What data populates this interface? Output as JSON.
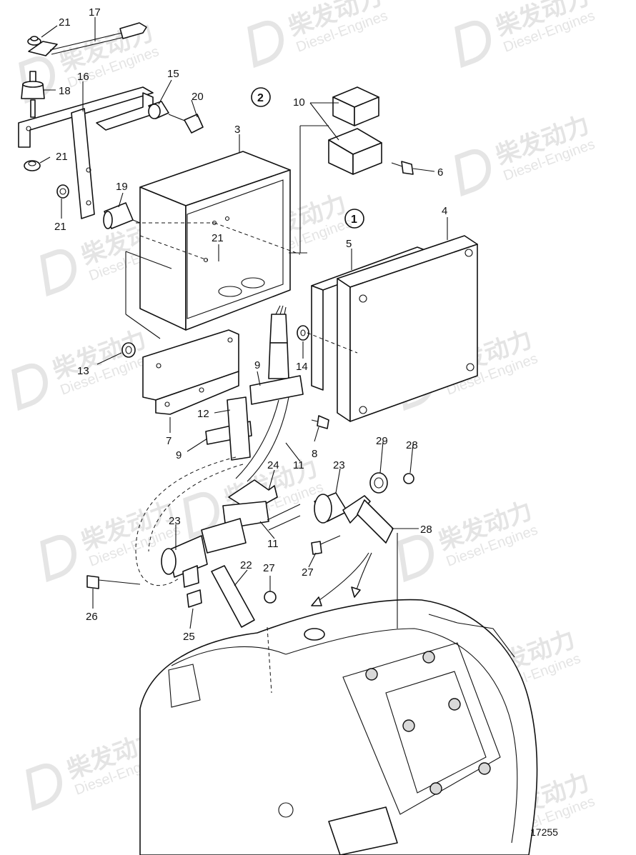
{
  "diagram": {
    "drawing_number": "17255",
    "circled_labels": [
      "2",
      "1"
    ],
    "callouts": [
      "21",
      "17",
      "18",
      "16",
      "15",
      "20",
      "21",
      "21",
      "19",
      "3",
      "10",
      "6",
      "21",
      "4",
      "5",
      "1",
      "13",
      "14",
      "9",
      "7",
      "12",
      "9",
      "8",
      "11",
      "24",
      "23",
      "29",
      "28",
      "23",
      "11",
      "28",
      "22",
      "27",
      "27",
      "26",
      "25"
    ]
  },
  "watermark": {
    "cn_text": "柴发动力",
    "en_text": "Diesel-Engines"
  }
}
